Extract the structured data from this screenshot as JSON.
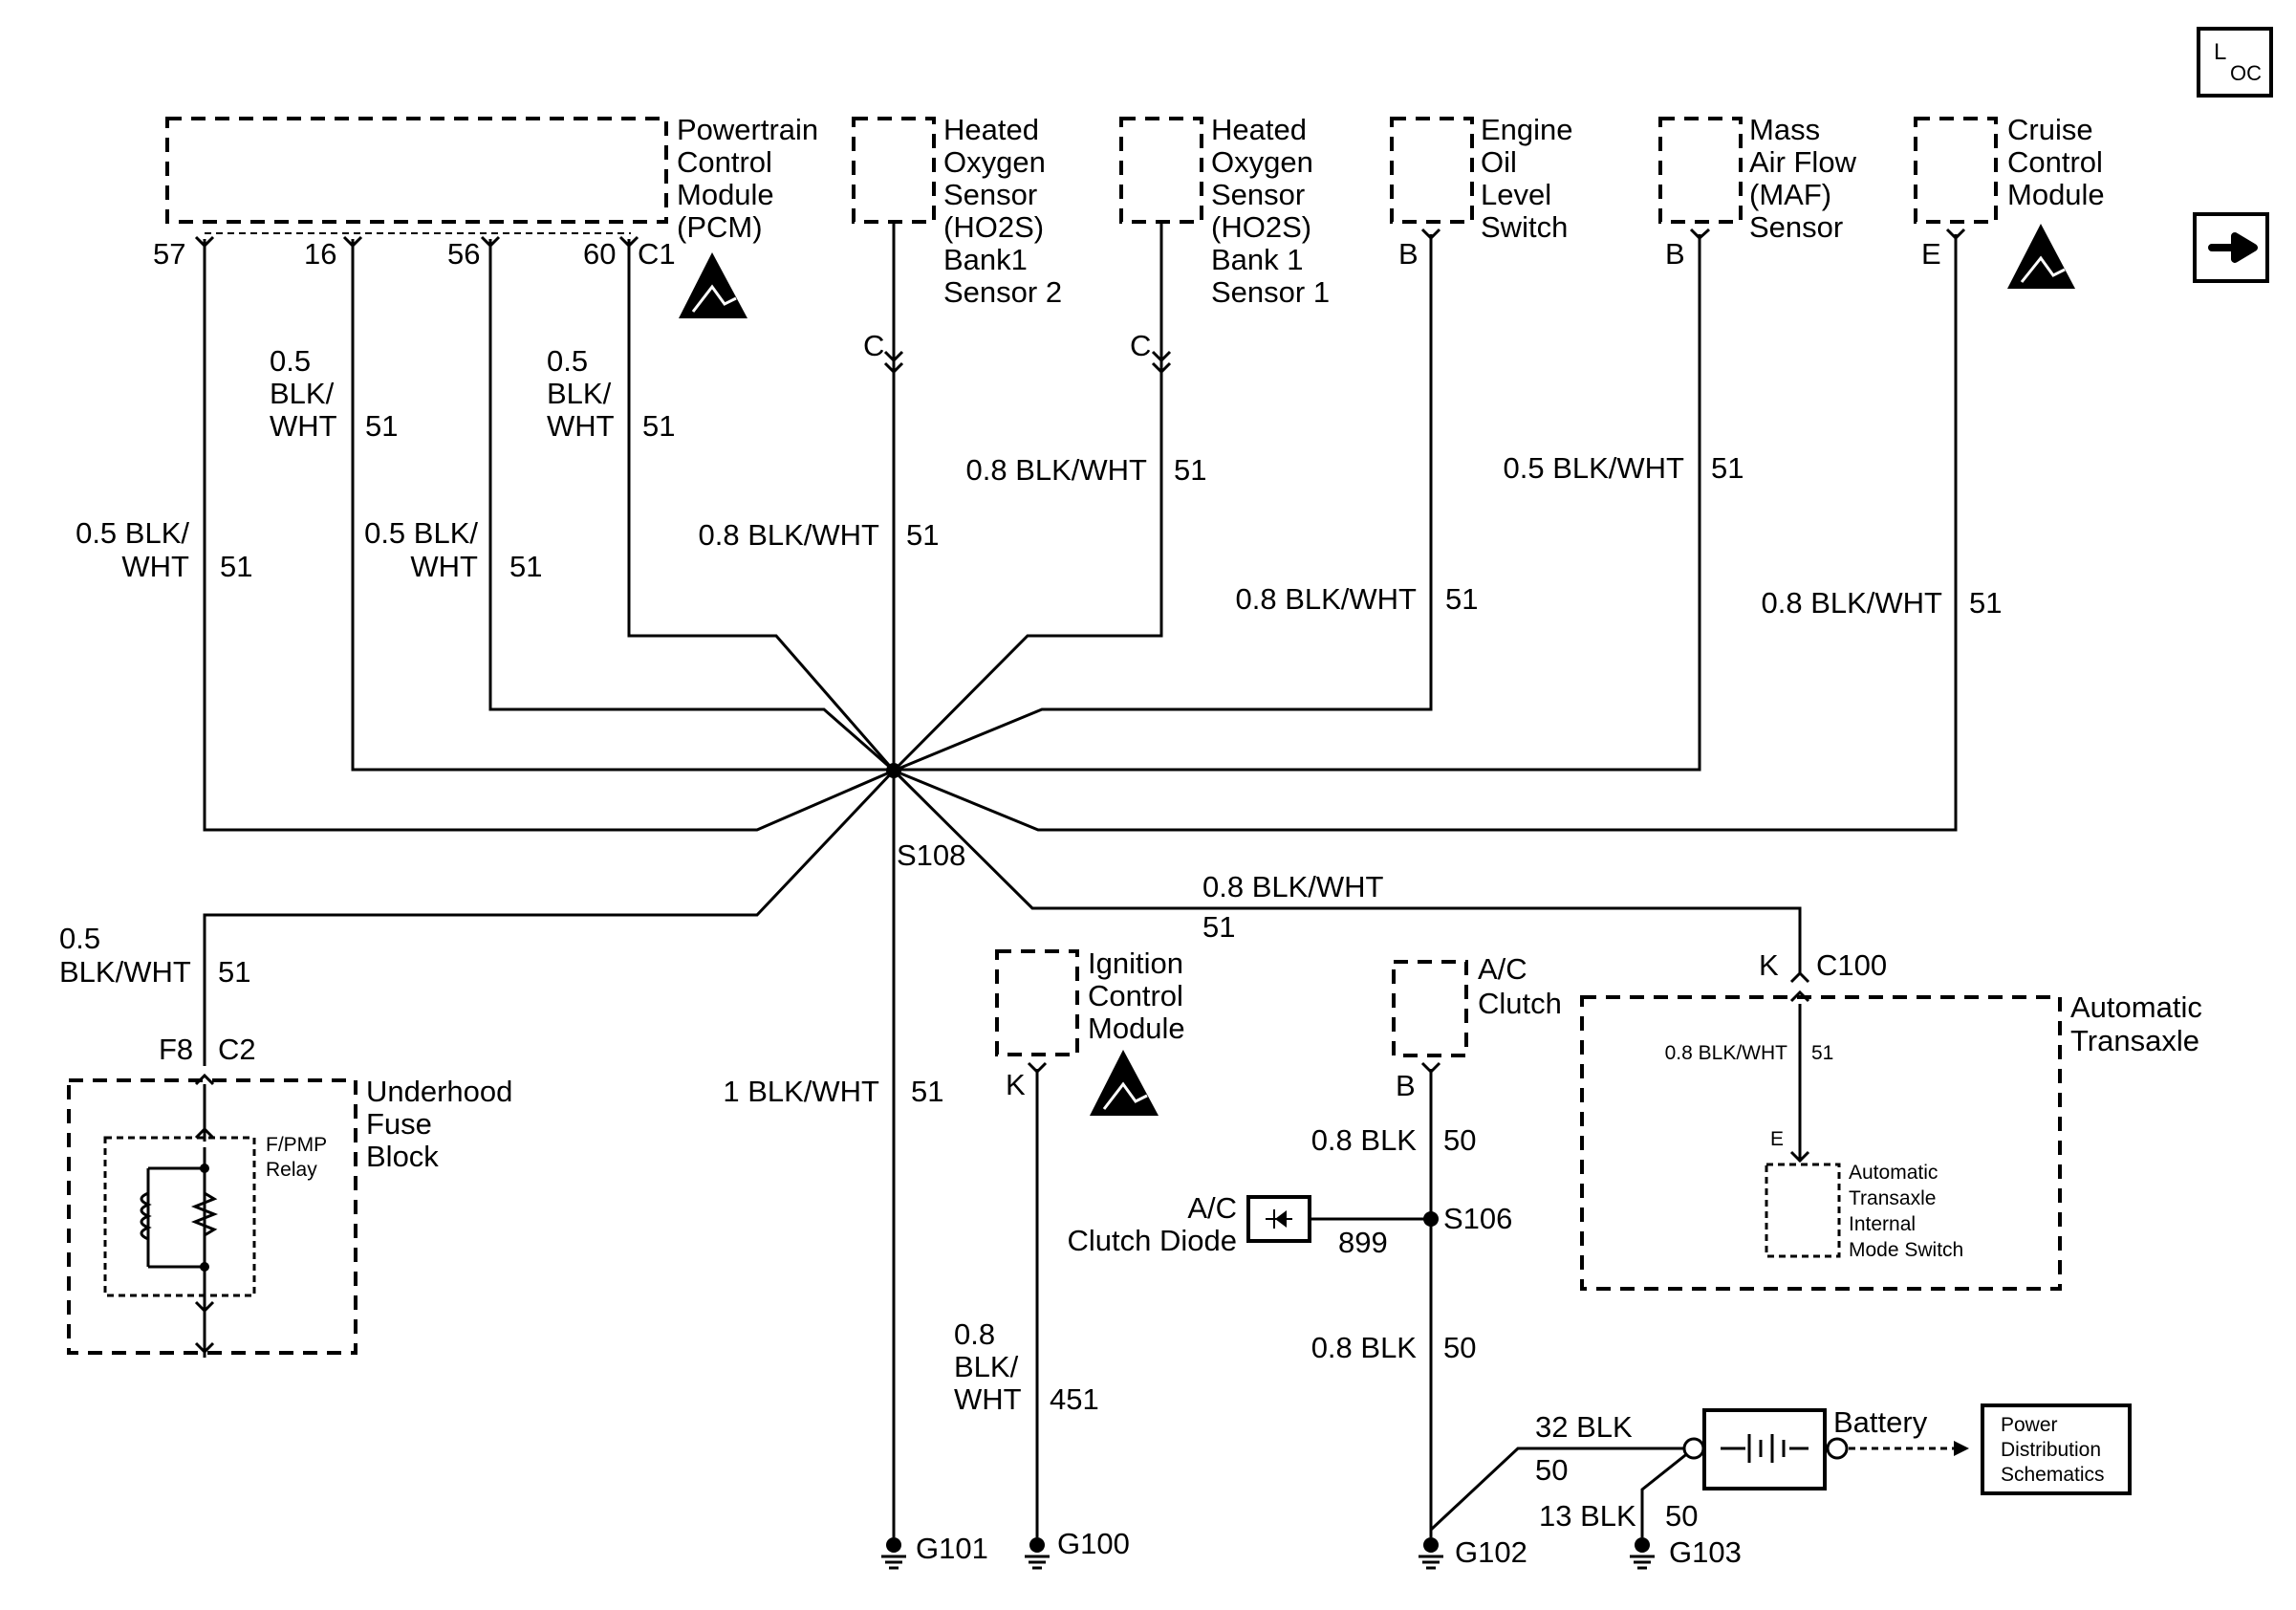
{
  "nav": {
    "loc_top": "L",
    "loc_sub": "OC",
    "next_icon": "arrow-right-icon"
  },
  "components": {
    "pcm": {
      "lines": [
        "Powertrain",
        "Control",
        "Module",
        "(PCM)"
      ],
      "pins": [
        "57",
        "16",
        "56",
        "60"
      ],
      "connector": "C1"
    },
    "ho2s_b1s2": {
      "lines": [
        "Heated",
        "Oxygen",
        "Sensor",
        "(HO2S)",
        "Bank1",
        "Sensor 2"
      ],
      "pin": "C"
    },
    "ho2s_b1s1": {
      "lines": [
        "Heated",
        "Oxygen",
        "Sensor",
        "(HO2S)",
        "Bank 1",
        "Sensor 1"
      ],
      "pin": "C"
    },
    "eol": {
      "lines": [
        "Engine",
        "Oil",
        "Level",
        "Switch"
      ],
      "pin": "B"
    },
    "maf": {
      "lines": [
        "Mass",
        "Air Flow",
        "(MAF)",
        "Sensor"
      ],
      "pin": "B"
    },
    "ccm": {
      "lines": [
        "Cruise",
        "Control",
        "Module"
      ],
      "pin": "E"
    },
    "fuse_block": {
      "lines": [
        "Underhood",
        "Fuse",
        "Block"
      ],
      "pin": "F8",
      "connector": "C2",
      "relay": [
        "F/PMP",
        "Relay"
      ]
    },
    "icm": {
      "lines": [
        "Ignition",
        "Control",
        "Module"
      ],
      "pin": "K"
    },
    "ac_clutch": {
      "lines": [
        "A/C",
        "Clutch"
      ],
      "pin": "B"
    },
    "transaxle": {
      "lines": [
        "Automatic",
        "Transaxle"
      ],
      "pin": "K",
      "connector": "C100",
      "inner_wire": "0.8 BLK/WHT",
      "inner_circuit": "51",
      "inner_pin": "E",
      "switch": [
        "Automatic",
        "Transaxle",
        "Internal",
        "Mode Switch"
      ]
    },
    "ac_diode": {
      "lines": [
        "A/C",
        "Clutch Diode"
      ],
      "circuit": "899"
    },
    "battery": {
      "label": "Battery"
    },
    "pds": {
      "lines": [
        "Power",
        "Distribution",
        "Schematics"
      ]
    }
  },
  "splices": {
    "s108": "S108",
    "s106": "S106"
  },
  "grounds": {
    "g101": "G101",
    "g100": "G100",
    "g102": "G102",
    "g103": "G103"
  },
  "wires": {
    "pcm57": {
      "l1": "0.5 BLK/",
      "l2": "WHT",
      "circuit": "51"
    },
    "pcm16": {
      "l1": "0.5",
      "l2": "BLK/",
      "l3": "WHT",
      "circuit": "51"
    },
    "pcm56": {
      "l1": "0.5 BLK/",
      "l2": "WHT",
      "circuit": "51"
    },
    "pcm60": {
      "l1": "0.5",
      "l2": "BLK/",
      "l3": "WHT",
      "circuit": "51"
    },
    "ho2s2": {
      "label": "0.8 BLK/WHT",
      "circuit": "51"
    },
    "ho2s1": {
      "label": "0.8 BLK/WHT",
      "circuit": "51"
    },
    "eol": {
      "label": "0.8 BLK/WHT",
      "circuit": "51"
    },
    "maf": {
      "label": "0.5 BLK/WHT",
      "circuit": "51"
    },
    "ccm": {
      "label": "0.8 BLK/WHT",
      "circuit": "51"
    },
    "fuse": {
      "l1": "0.5",
      "l2": "BLK/WHT",
      "circuit": "51"
    },
    "trans": {
      "label": "0.8 BLK/WHT",
      "circuit": "51"
    },
    "g101": {
      "label": "1 BLK/WHT",
      "circuit": "51"
    },
    "icm": {
      "l1": "0.8",
      "l2": "BLK/",
      "l3": "WHT",
      "circuit": "451"
    },
    "ac_upper": {
      "label": "0.8 BLK",
      "circuit": "50"
    },
    "ac_lower": {
      "label": "0.8 BLK",
      "circuit": "50"
    },
    "bat_g102": {
      "label": "32 BLK",
      "circuit": "50"
    },
    "bat_g103": {
      "label": "13 BLK",
      "circuit": "50"
    }
  },
  "icons": [
    "esd-warning-icon",
    "ground-icon",
    "diode-icon",
    "battery-icon",
    "coil-icon",
    "resistor-icon",
    "arrow-right-icon"
  ]
}
